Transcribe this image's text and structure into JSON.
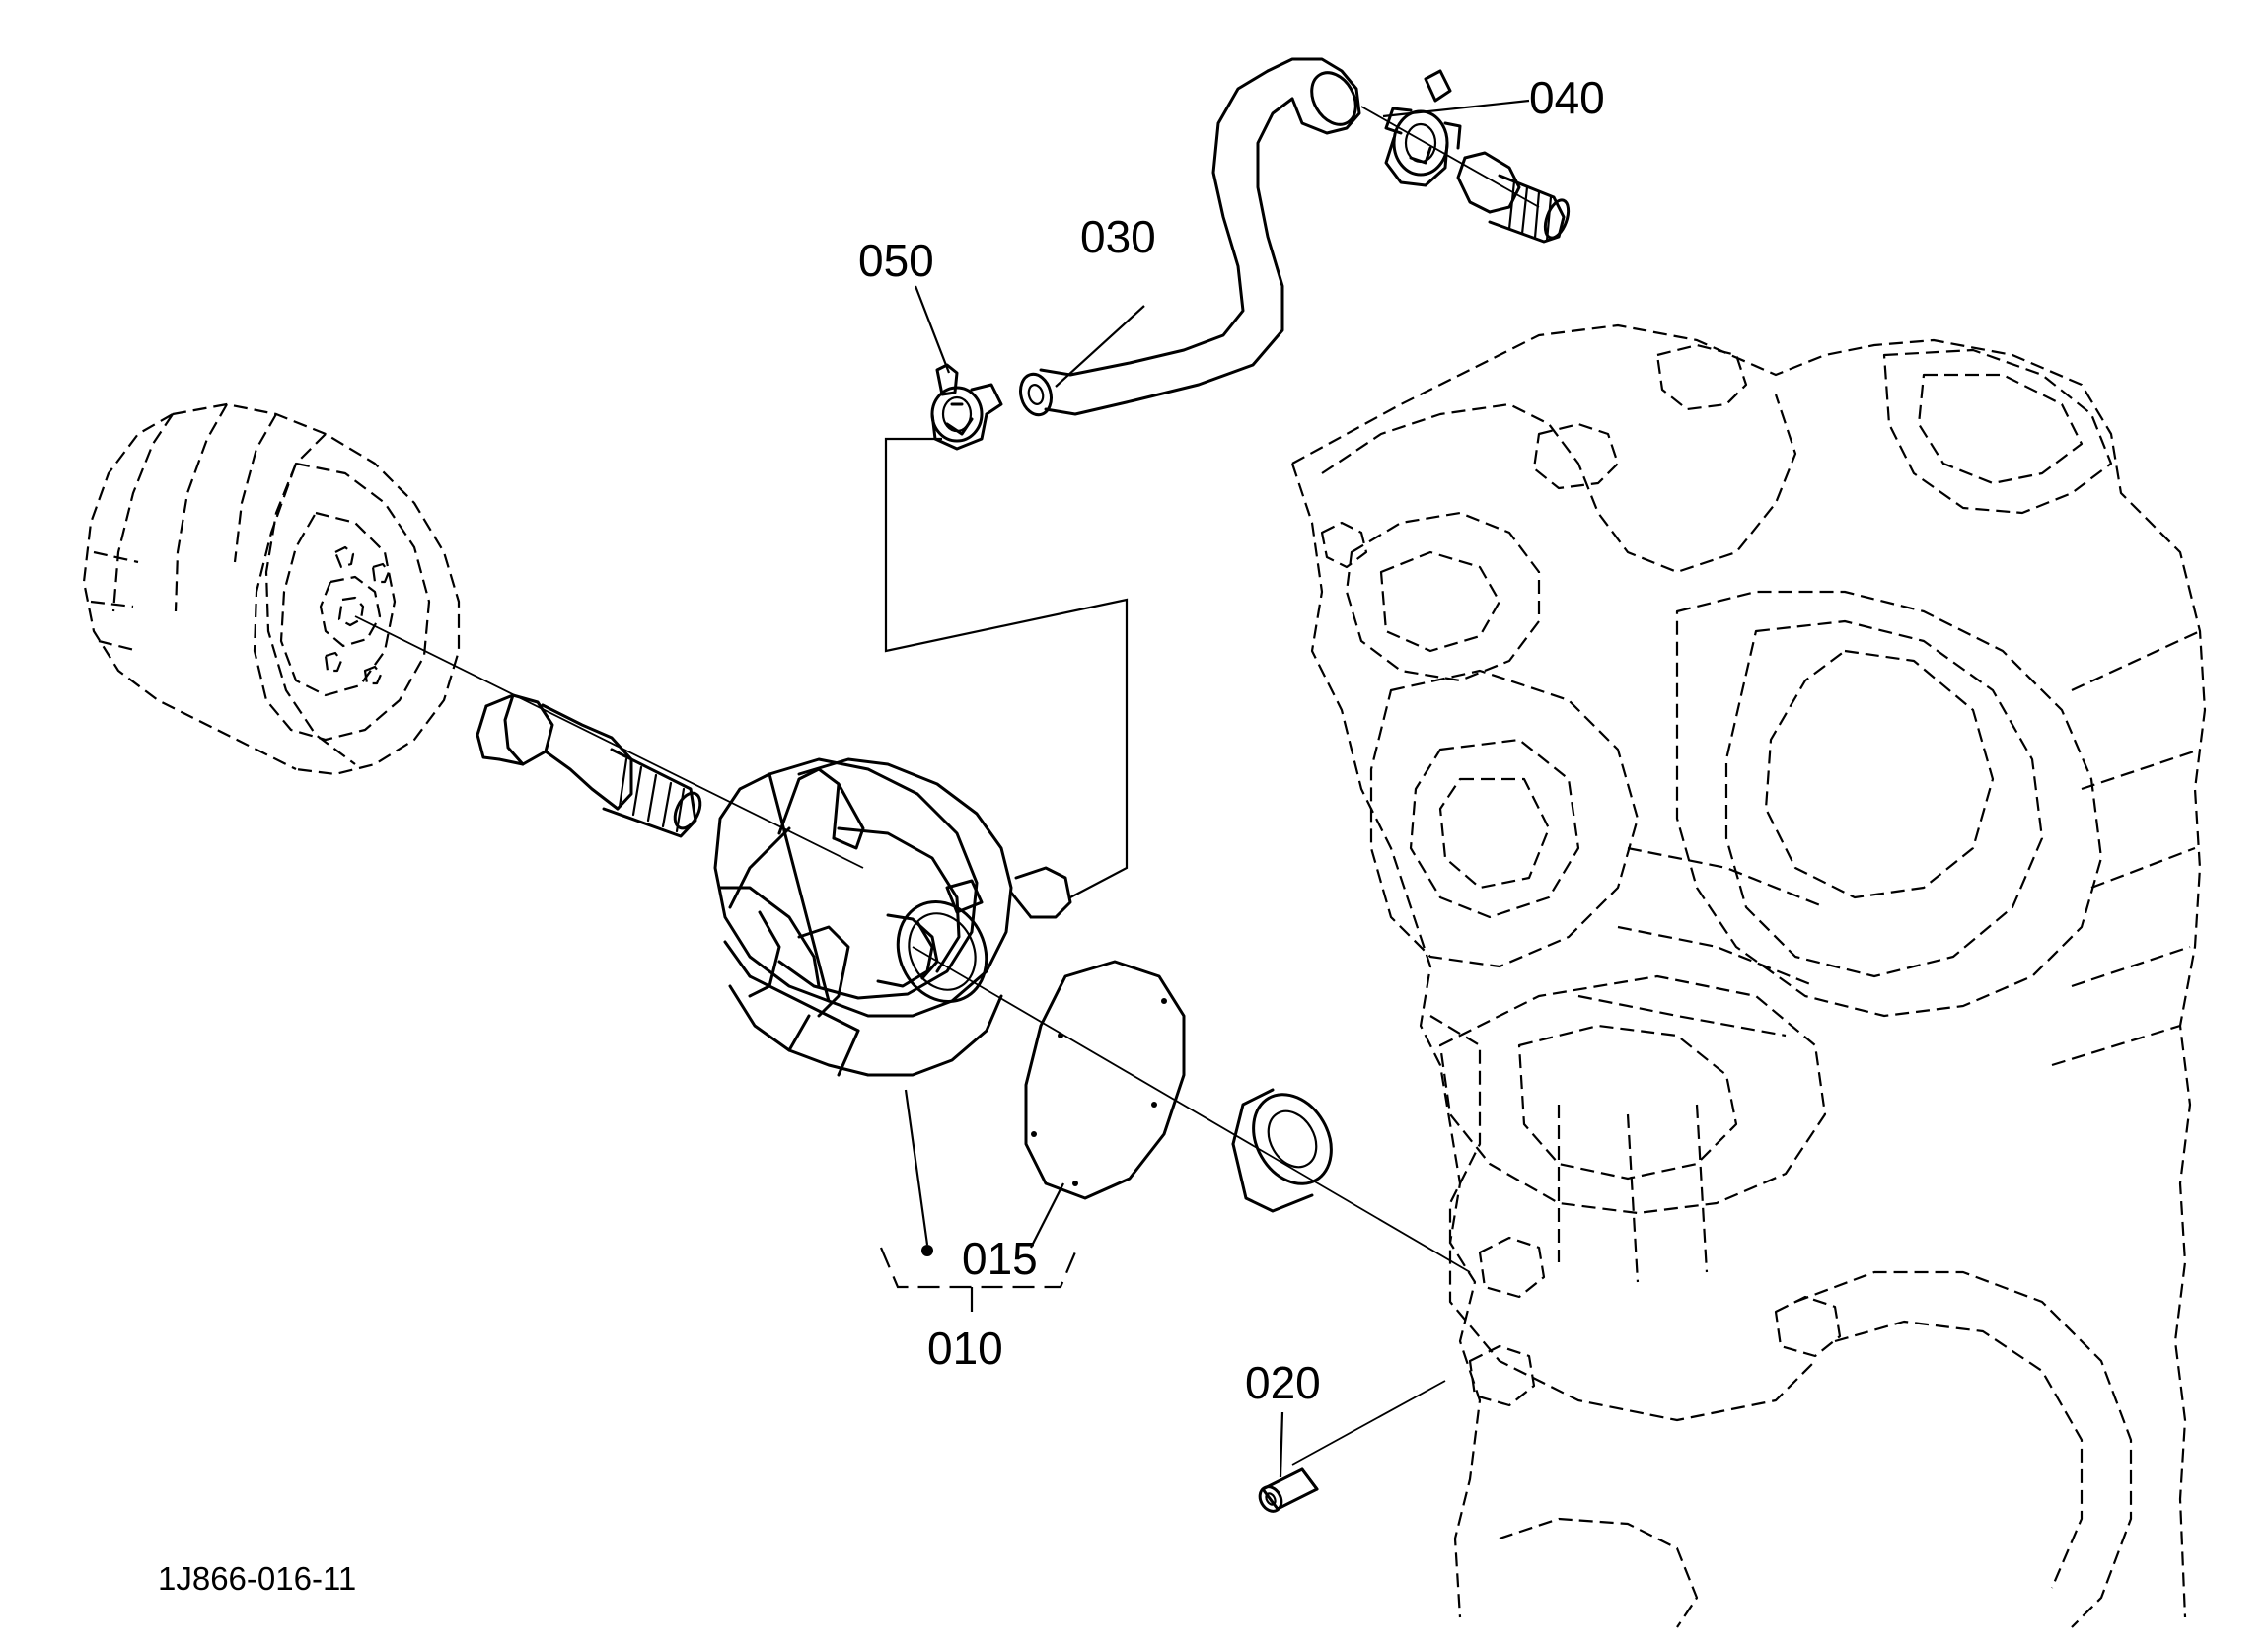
{
  "diagram": {
    "drawing_number": "1J866-016-11",
    "callouts": [
      {
        "id": "callout-040",
        "label": "040"
      },
      {
        "id": "callout-050",
        "label": "050"
      },
      {
        "id": "callout-030",
        "label": "030"
      },
      {
        "id": "callout-015",
        "label": "015"
      },
      {
        "id": "callout-010",
        "label": "010"
      },
      {
        "id": "callout-020",
        "label": "020"
      }
    ]
  }
}
